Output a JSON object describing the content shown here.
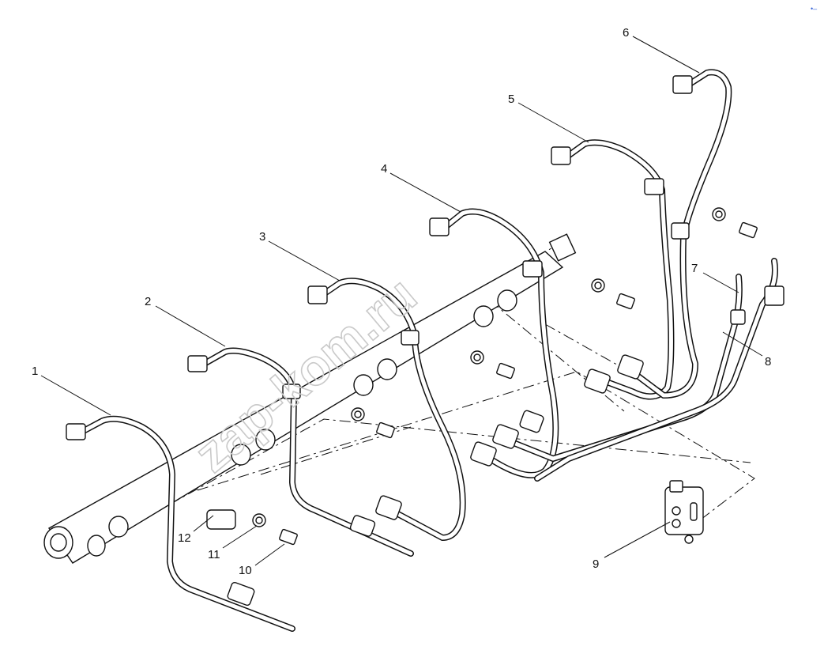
{
  "watermark": "zap-kom.ru",
  "corner_mark": "•–",
  "callouts": {
    "c1": "1",
    "c2": "2",
    "c3": "3",
    "c4": "4",
    "c5": "5",
    "c6": "6",
    "c7": "7",
    "c8": "8",
    "c9": "9",
    "c10": "10",
    "c11": "11",
    "c12": "12"
  }
}
